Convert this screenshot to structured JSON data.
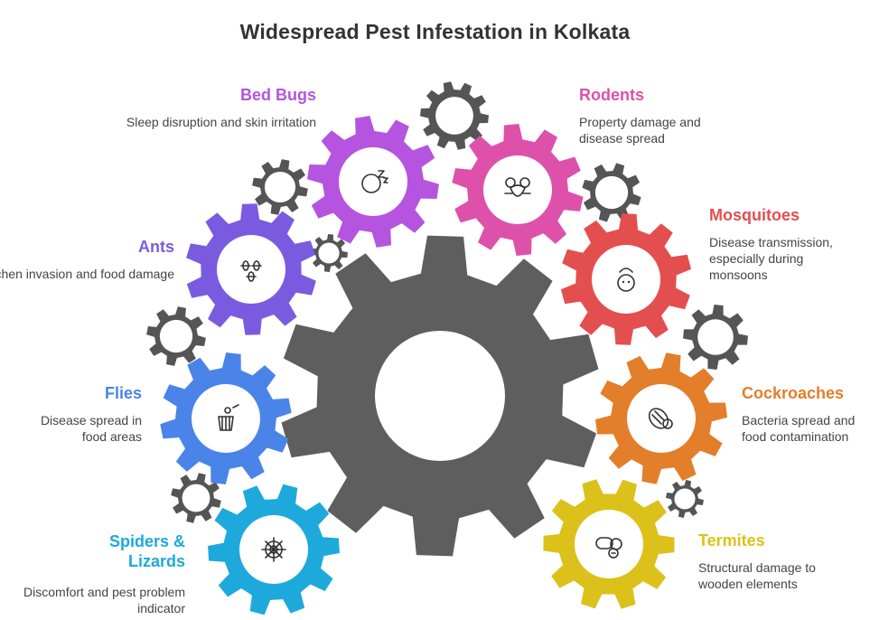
{
  "title": "Widespread Pest Infestation in Kolkata",
  "pests": [
    {
      "name": "Bed Bugs",
      "desc": "Sleep disruption and skin irritation",
      "color": "#b554de",
      "icon": "sleep-icon"
    },
    {
      "name": "Rodents",
      "desc": "Property damage and disease spread",
      "color": "#de51ab",
      "icon": "rat-icon"
    },
    {
      "name": "Ants",
      "desc": "Kitchen invasion and food damage",
      "color": "#7a5be0",
      "icon": "ants-icon"
    },
    {
      "name": "Mosquitoes",
      "desc": "Disease transmission, especially during monsoons",
      "color": "#e34f4f",
      "icon": "mosquito-icon"
    },
    {
      "name": "Flies",
      "desc": "Disease spread in food areas",
      "color": "#4a84e8",
      "icon": "fly-trash-icon"
    },
    {
      "name": "Cockroaches",
      "desc": "Bacteria spread and food contamination",
      "color": "#e37e2a",
      "icon": "cockroach-icon"
    },
    {
      "name": "Spiders & Lizards",
      "desc": "Discomfort and pest problem indicator",
      "color": "#1ea9dc",
      "icon": "spider-web-icon"
    },
    {
      "name": "Termites",
      "desc": "Structural damage to wooden elements",
      "color": "#dcc11b",
      "icon": "termite-wood-icon"
    }
  ],
  "center_gear_color": "#5e5e5e",
  "small_gear_color": "#555555"
}
